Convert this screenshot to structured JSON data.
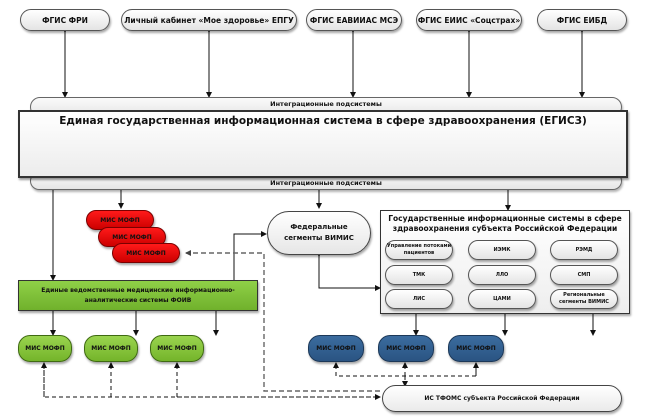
{
  "top_systems": [
    {
      "label": "ФГИС ФРИ"
    },
    {
      "label": "Личный кабинет «Мое здоровье» ЕПГУ"
    },
    {
      "label": "ФГИС ЕАВИИАС МСЭ"
    },
    {
      "label": "ФГИС ЕИИС «Соцстрах»"
    },
    {
      "label": "ФГИС ЕИБД"
    }
  ],
  "egisz": {
    "top_band_label": "Интеграционные подсистемы",
    "title": "Единая государственная информационная система в сфере здравоохранения (ЕГИСЗ)",
    "bottom_band_label": "Интеграционные подсистемы"
  },
  "red_mis": [
    {
      "label": "МИС МОФП"
    },
    {
      "label": "МИС МОФП"
    },
    {
      "label": "МИС МОФП"
    }
  ],
  "federal_vimis": {
    "line1": "Федеральные",
    "line2": "сегменты ВИМИС"
  },
  "foiv": {
    "line1": "Единые ведомственные медицинские информационно-",
    "line2": "аналитические системы ФОИВ"
  },
  "regional": {
    "title_line1": "Государственные информационные системы в сфере",
    "title_line2": "здравоохранения субъекта Российской Федерации",
    "subsystems": [
      {
        "line1": "Управление потоками",
        "line2": "пациентов"
      },
      {
        "line1": "ИЭМК",
        "line2": ""
      },
      {
        "line1": "РЭМД",
        "line2": ""
      },
      {
        "line1": "ТМК",
        "line2": ""
      },
      {
        "line1": "ЛЛО",
        "line2": ""
      },
      {
        "line1": "СМП",
        "line2": ""
      },
      {
        "line1": "ЛИС",
        "line2": ""
      },
      {
        "line1": "ЦАМИ",
        "line2": ""
      },
      {
        "line1": "Региональные",
        "line2": "сегменты ВИМИС"
      }
    ]
  },
  "green_mis": [
    {
      "label": "МИС МОФП"
    },
    {
      "label": "МИС МОФП"
    },
    {
      "label": "МИС МОФП"
    }
  ],
  "blue_mis": [
    {
      "label": "МИС МОФП"
    },
    {
      "label": "МИС МОФП"
    },
    {
      "label": "МИС МОФП"
    }
  ],
  "tfoms": {
    "label": "ИС ТФОМС субъекта Российской Федерации"
  },
  "colors": {
    "red": "#e60000",
    "green": "#84c23c",
    "blue": "#30608f",
    "connector": "#111111",
    "dashed": "#555555"
  }
}
